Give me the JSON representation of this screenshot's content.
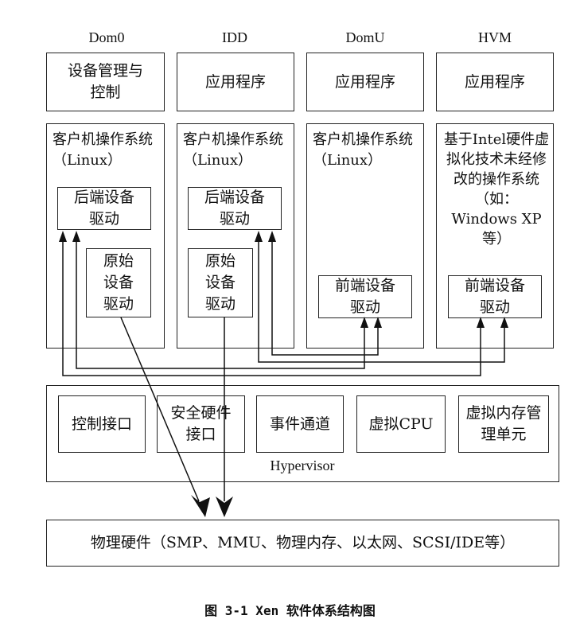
{
  "headers": [
    "Dom0",
    "IDD",
    "DomU",
    "HVM"
  ],
  "apps": {
    "dom0": "设备管理与控制",
    "idd": "应用程序",
    "domu": "应用程序",
    "hvm": "应用程序"
  },
  "os": {
    "dom0": "客户机操作系统（Linux）",
    "idd": "客户机操作系统（Linux）",
    "domu": "客户机操作系统（Linux）",
    "hvm": "基于Intel硬件虚拟化技术未经修改的操作系统（如：Windows XP等）"
  },
  "drivers": {
    "backend": "后端设备驱动",
    "native": "原始设备驱动",
    "frontend": "前端设备驱动"
  },
  "hypervisor": {
    "label": "Hypervisor",
    "components": [
      "控制接口",
      "安全硬件接口",
      "事件通道",
      "虚拟CPU",
      "虚拟内存管理单元"
    ]
  },
  "hardware": "物理硬件（SMP、MMU、物理内存、以太网、SCSI/IDE等）",
  "caption": "图 3-1 Xen 软件体系结构图"
}
